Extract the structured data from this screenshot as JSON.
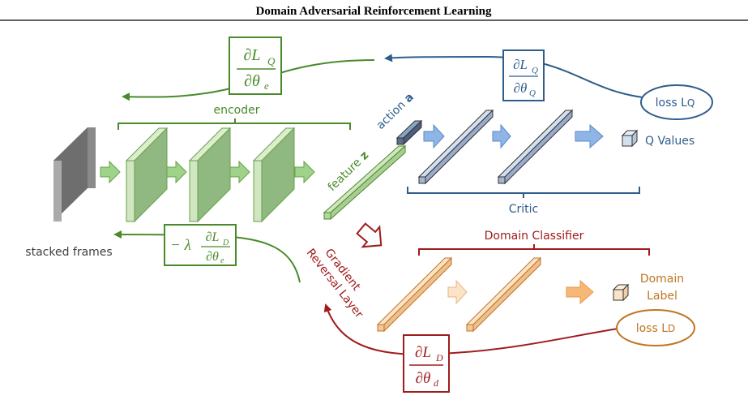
{
  "header": {
    "title": "Domain Adversarial Reinforcement Learning"
  },
  "labels": {
    "encoder": "encoder",
    "stacked_frames": "stacked frames",
    "feature": "feature",
    "feature_var": "z",
    "action": "action",
    "action_var": "a",
    "q_values": "Q Values",
    "critic": "Critic",
    "loss_q": "loss L",
    "loss_q_sub": "Q",
    "gradient_reversal_1": "Gradient",
    "gradient_reversal_2": "Reversal Layer",
    "domain_classifier": "Domain Classifier",
    "domain_label_1": "Domain",
    "domain_label_2": "Label",
    "loss_d": "loss L",
    "loss_d_sub": "D"
  },
  "formulas": {
    "encoder_grad": {
      "num": "∂L",
      "num_sub": "Q",
      "den": "∂θ",
      "den_sub": "e"
    },
    "critic_grad": {
      "num": "∂L",
      "num_sub": "Q",
      "den": "∂θ",
      "den_sub": "Q"
    },
    "reversed_grad": {
      "prefix": "− λ",
      "num": "∂L",
      "num_sub": "D",
      "den": "∂θ",
      "den_sub": "e"
    },
    "domain_grad": {
      "num": "∂L",
      "num_sub": "D",
      "den": "∂θ",
      "den_sub": "d"
    }
  },
  "colors": {
    "encoder": "#4a8a2a",
    "critic": "#2f5d8c",
    "domain": "#a01c1c",
    "domain_light": "#c07520",
    "frames": "#7a7a7a"
  }
}
